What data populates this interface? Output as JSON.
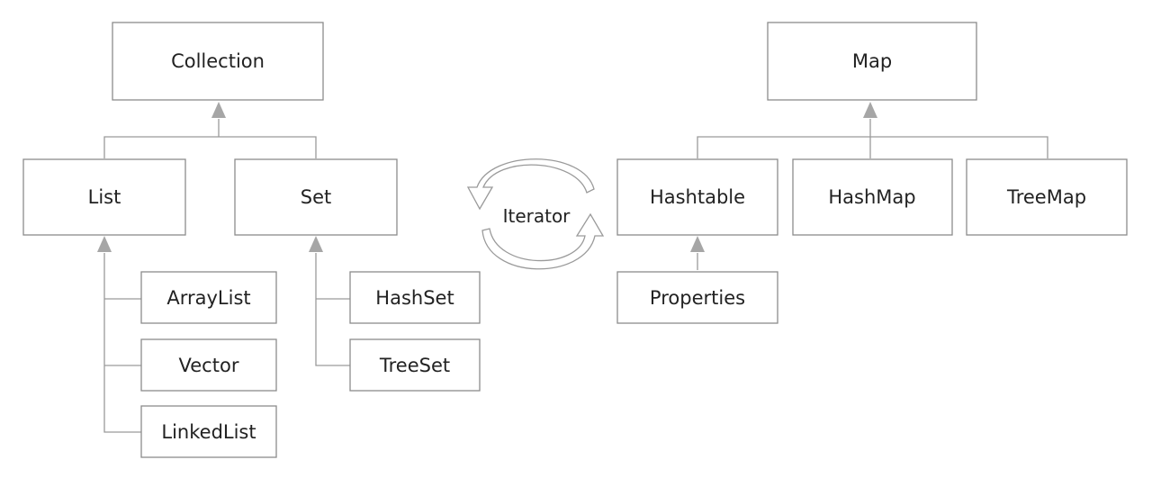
{
  "nodes": {
    "collection": "Collection",
    "list": "List",
    "set": "Set",
    "arraylist": "ArrayList",
    "vector": "Vector",
    "linkedlist": "LinkedList",
    "hashset": "HashSet",
    "treeset": "TreeSet",
    "map": "Map",
    "hashtable": "Hashtable",
    "hashmap": "HashMap",
    "treemap": "TreeMap",
    "properties": "Properties"
  },
  "iterator": "Iterator",
  "colors": {
    "box_stroke": "#8c8c8c",
    "connector": "#9a9a9a",
    "arrowhead": "#a6a6a6",
    "text": "#222222"
  }
}
